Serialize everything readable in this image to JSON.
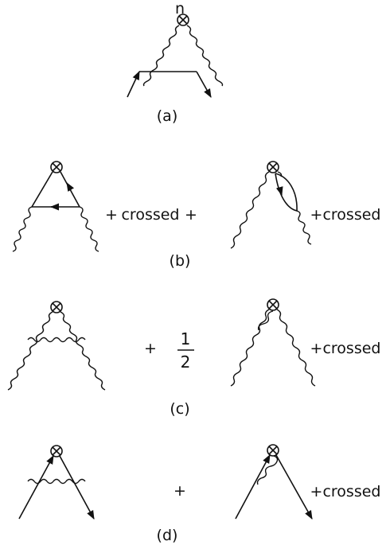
{
  "diagram": {
    "top_label": "n",
    "panels": {
      "a": {
        "caption": "(a)"
      },
      "b": {
        "caption": "(b)",
        "plus1": "+",
        "term1": "crossed",
        "plus2": "+",
        "term2": "+crossed"
      },
      "c": {
        "caption": "(c)",
        "plus": "+",
        "frac_num": "1",
        "frac_den": "2",
        "term": "+crossed"
      },
      "d": {
        "caption": "(d)",
        "plus": "+",
        "term": "+crossed"
      }
    }
  }
}
